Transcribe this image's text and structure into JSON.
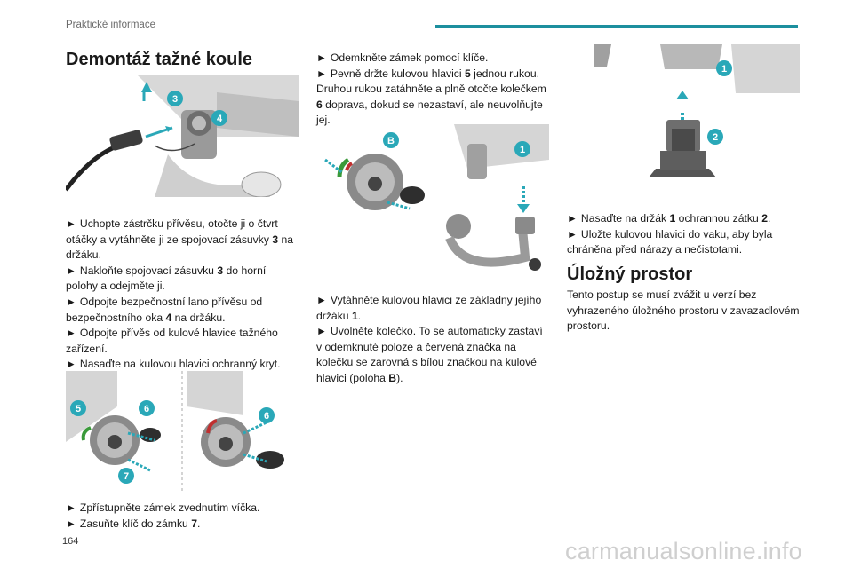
{
  "header": {
    "section_title": "Praktické informace"
  },
  "left_column": {
    "heading": "Demontáž tažné koule",
    "steps_1": [
      {
        "text": "Uchopte zástrčku přívěsu, otočte ji o čtvrt otáčky a vytáhněte ji ze spojovací zásuvky ",
        "ref": "3",
        "tail": " na držáku."
      },
      {
        "text": "Nakloňte spojovací zásuvku ",
        "ref": "3",
        "tail": " do horní polohy a odejměte ji."
      },
      {
        "text": "Odpojte bezpečnostní lano přívěsu od bezpečnostního oka ",
        "ref": "4",
        "tail": " na držáku."
      },
      {
        "text": "Odpojte přívěs od kulové hlavice tažného zařízení.",
        "ref": "",
        "tail": ""
      },
      {
        "text": "Nasaďte na kulovou hlavici ochranný kryt.",
        "ref": "",
        "tail": ""
      }
    ],
    "steps_2": [
      {
        "text": "Zpřístupněte zámek zvednutím víčka.",
        "ref": "",
        "tail": ""
      },
      {
        "text": "Zasuňte klíč do zámku ",
        "ref": "7",
        "tail": "."
      }
    ]
  },
  "middle_column": {
    "steps_1": [
      {
        "text": "Odemkněte zámek pomocí klíče.",
        "ref": "",
        "tail": ""
      },
      {
        "text": "Pevně držte kulovou hlavici ",
        "ref": "5",
        "tail": " jednou rukou. Druhou rukou zatáhněte a plně otočte kolečkem "
      },
      {
        "text": "",
        "ref": "6",
        "tail": " doprava, dokud se nezastaví, ale neuvolňujte jej."
      }
    ],
    "steps_2": [
      {
        "text": "Vytáhněte kulovou hlavici ze základny jejího držáku ",
        "ref": "1",
        "tail": "."
      },
      {
        "text": "Uvolněte kolečko. To se automaticky zastaví v odemknuté poloze a červená značka na kolečku se zarovná s bílou značkou na kulové hlavici (poloha ",
        "ref": "B",
        "tail": ")."
      }
    ]
  },
  "right_column": {
    "steps_1": [
      {
        "text": "Nasaďte na držák ",
        "ref": "1",
        "tail": " ochrannou zátku ",
        "ref2": "2",
        "tail2": "."
      },
      {
        "text": "Uložte kulovou hlavici do vaku, aby byla chráněna před nárazy a nečistotami.",
        "ref": "",
        "tail": "",
        "ref2": "",
        "tail2": ""
      }
    ],
    "heading": "Úložný prostor",
    "paragraph": "Tento postup se musí zvážit u verzí bez vyhrazeného úložného prostoru v zavazadlovém prostoru."
  },
  "figure_labels": {
    "fig1": [
      "3",
      "4"
    ],
    "fig2": [
      "5",
      "6",
      "7",
      "6"
    ],
    "fig3": [
      "B",
      "1"
    ],
    "fig4": [
      "1",
      "2"
    ]
  },
  "footer": {
    "page_number": "164",
    "watermark": "carmanualsonline.info"
  },
  "colors": {
    "accent": "#1c8f9e",
    "badge": "#2aa8b8"
  }
}
